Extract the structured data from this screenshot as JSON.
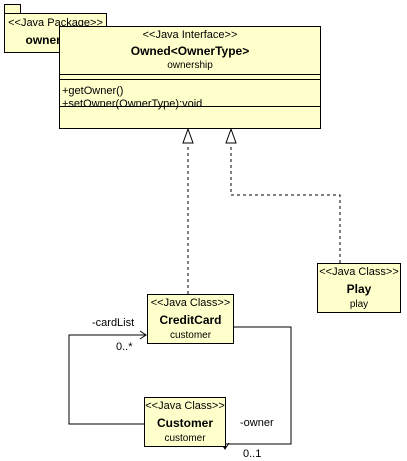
{
  "package": {
    "stereotype": "<<Java Package>>",
    "name": "ownership"
  },
  "interface": {
    "stereotype": "<<Java Interface>>",
    "name": "Owned<OwnerType>",
    "package": "ownership",
    "operations": [
      "+getOwner()",
      "+setOwner(OwnerType):void"
    ]
  },
  "classes": {
    "creditcard": {
      "stereotype": "<<Java Class>>",
      "name": "CreditCard",
      "package": "customer"
    },
    "customer": {
      "stereotype": "<<Java Class>>",
      "name": "Customer",
      "package": "customer"
    },
    "play": {
      "stereotype": "<<Java Class>>",
      "name": "Play",
      "package": "play"
    }
  },
  "associations": {
    "card_list": {
      "role": "-cardList",
      "multiplicity": "0..*"
    },
    "owner": {
      "role": "-owner",
      "multiplicity": "0..1"
    }
  },
  "colors": {
    "box_fill": "#ffffcc",
    "line": "#000000"
  }
}
